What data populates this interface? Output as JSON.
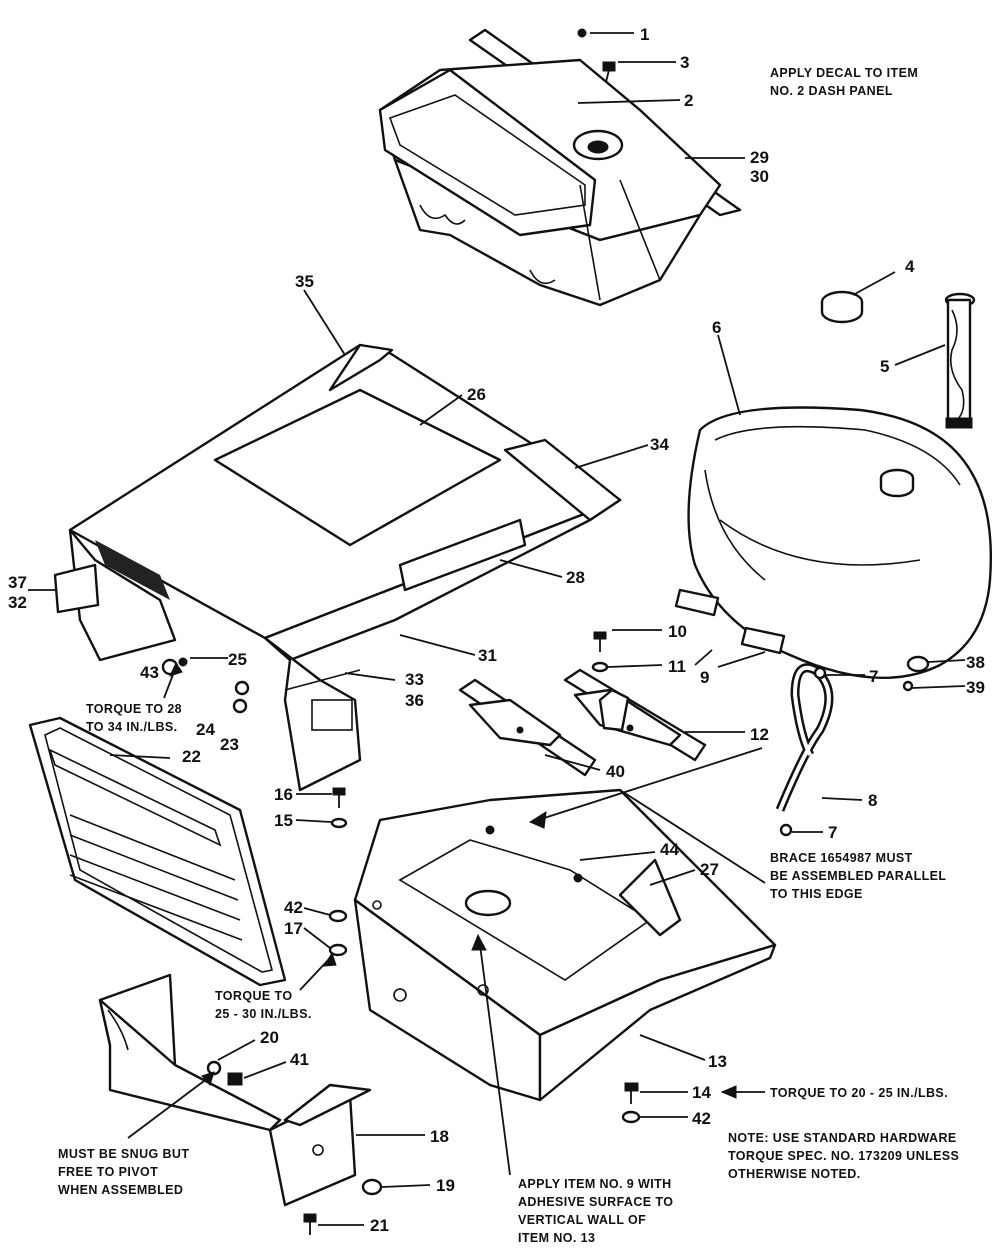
{
  "callouts": {
    "c1": "1",
    "c2": "2",
    "c3": "3",
    "c4": "4",
    "c5": "5",
    "c6": "6",
    "c7a": "7",
    "c7b": "7",
    "c8": "8",
    "c9": "9",
    "c10": "10",
    "c11": "11",
    "c12": "12",
    "c13": "13",
    "c14": "14",
    "c15": "15",
    "c16": "16",
    "c17": "17",
    "c18": "18",
    "c19": "19",
    "c20": "20",
    "c21": "21",
    "c22": "22",
    "c23": "23",
    "c24": "24",
    "c25": "25",
    "c26": "26",
    "c27": "27",
    "c28": "28",
    "c29": "29",
    "c30": "30",
    "c31": "31",
    "c32": "32",
    "c33": "33",
    "c34": "34",
    "c35": "35",
    "c36": "36",
    "c37": "37",
    "c38": "38",
    "c39": "39",
    "c40": "40",
    "c41": "41",
    "c42a": "42",
    "c42b": "42",
    "c43": "43",
    "c44": "44"
  },
  "notes": {
    "decal": [
      "APPLY DECAL TO ITEM",
      "NO. 2 DASH PANEL"
    ],
    "torque_28": [
      "TORQUE TO 28",
      "TO 34 IN./LBS."
    ],
    "brace": [
      "BRACE 1654987 MUST",
      "BE ASSEMBLED PARALLEL",
      "TO THIS EDGE"
    ],
    "torque_25": [
      "TORQUE TO",
      "25 - 30 IN./LBS."
    ],
    "torque_20": "TORQUE TO 20 - 25 IN./LBS.",
    "standard": [
      "NOTE: USE STANDARD HARDWARE",
      "TORQUE SPEC. NO. 173209 UNLESS",
      "OTHERWISE NOTED."
    ],
    "snug": [
      "MUST BE SNUG BUT",
      "FREE TO PIVOT",
      "WHEN ASSEMBLED"
    ],
    "adhesive": [
      "APPLY ITEM NO. 9 WITH",
      "ADHESIVE SURFACE TO",
      "VERTICAL WALL OF",
      "ITEM NO. 13"
    ]
  }
}
